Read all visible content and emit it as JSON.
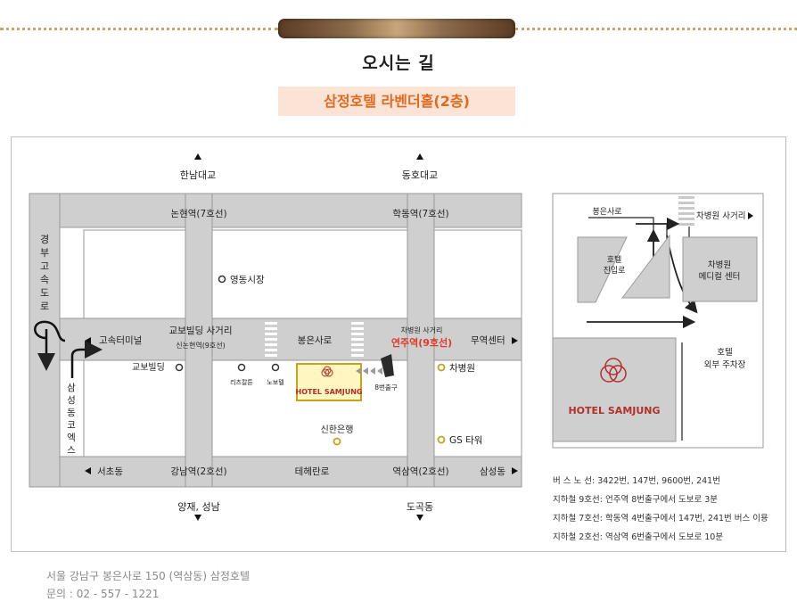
{
  "header": {
    "title": "오시는 길",
    "subtitle": "삼정호텔 라벤더홀(2층)"
  },
  "map": {
    "north_left": "한남대교",
    "north_right": "동호대교",
    "south_left": "양재, 성남",
    "south_right": "도곡동",
    "road_left_vertical": [
      "경",
      "부",
      "고",
      "속",
      "도",
      "로"
    ],
    "station_top_left": "논현역(7호선)",
    "station_top_right": "학동역(7호선)",
    "landmark_market": "영동시장",
    "cross_left": "교보빌딩 사거리",
    "cross_left_sub": "신논현역(9호선)",
    "road_center": "봉은사로",
    "cross_right": "차병원 사거리",
    "station_red": "연주역(9호선)",
    "west_label": "고속터미널",
    "east_label": "무역센터",
    "kyobo": "교보빌딩",
    "chabyungwon": "차병원",
    "rizcarlton": "리츠칼튼",
    "novotel": "노보텔",
    "hotel_logo": "HOTEL SAMJUNG",
    "exit8": "8번출구",
    "shinhan": "신한은행",
    "gs_tower": "GS 타워",
    "samsung_road": [
      "삼",
      "성",
      "동",
      "코",
      "엑",
      "스"
    ],
    "bottom_west": "서초동",
    "bottom_station_left": "강남역(2호선)",
    "bottom_road": "테헤란로",
    "bottom_station_right": "역삼역(2호선)",
    "bottom_east": "삼성동"
  },
  "detail": {
    "road": "봉은사로",
    "cross": "차병원 사거리",
    "entry_1": "호텔",
    "entry_2": "진입로",
    "medical_1": "차병원",
    "medical_2": "메디컬 센터",
    "parking_1": "호텔",
    "parking_2": "외부 주차장",
    "hotel_logo": "HOTEL SAMJUNG"
  },
  "transport": [
    "버 스 노 선: 3422번, 147번, 9600번, 241번",
    "지하철 9호선: 언주역 8번출구에서 도보로 3분",
    "지하철 7호선: 학동역 4번출구에서 147번, 241번 버스 이용",
    "지하철 2호선: 역삼역 6번출구에서 도보로 10분"
  ],
  "footer": {
    "address": "서울 강남구 봉은사로 150 (역삼동) 삼정호텔",
    "contact": "문의 : 02 - 557 - 1221"
  },
  "colors": {
    "accent": "#e06a20",
    "road": "#cfcfcf",
    "station_red": "#e03a2a",
    "marker": "#c8a21a",
    "hotel_red": "#b0302a"
  }
}
